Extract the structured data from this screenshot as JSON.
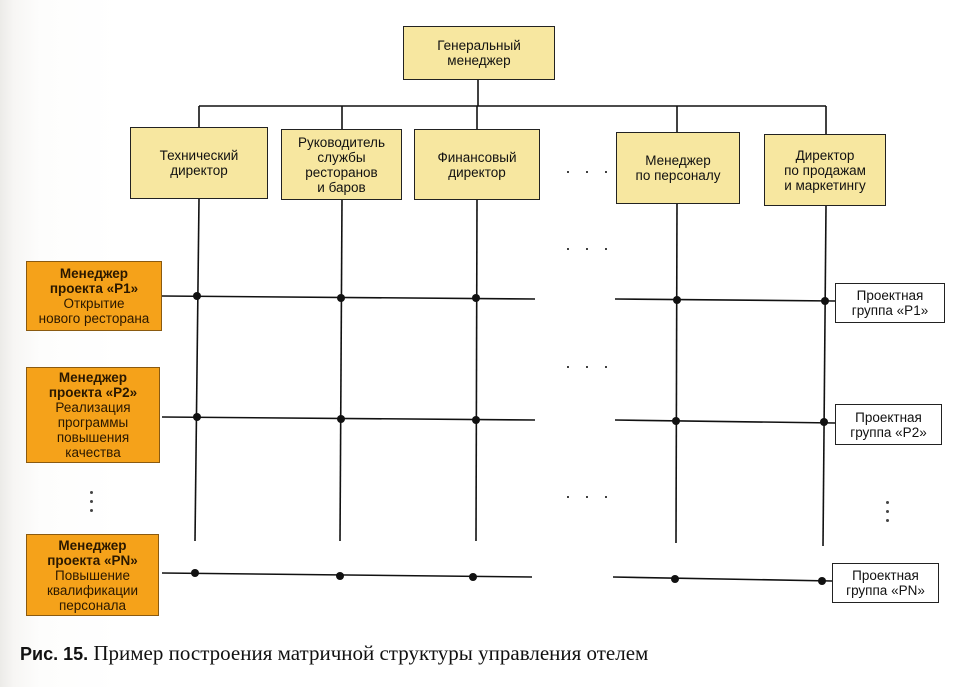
{
  "top_box": {
    "lines": [
      "Генеральный",
      "менеджер"
    ]
  },
  "directors": [
    {
      "lines": [
        "Технический",
        "директор"
      ]
    },
    {
      "lines": [
        "Руководитель",
        "службы",
        "ресторанов",
        "и баров"
      ]
    },
    {
      "lines": [
        "Финансовый",
        "директор"
      ]
    },
    {
      "lines": [
        "Менеджер",
        "по персоналу"
      ]
    },
    {
      "lines": [
        "Директор",
        "по продажам",
        "и маркетингу"
      ]
    }
  ],
  "project_managers": [
    {
      "title_lines": [
        "Менеджер",
        "проекта «P1»"
      ],
      "desc_lines": [
        "Открытие",
        "нового ресторана"
      ]
    },
    {
      "title_lines": [
        "Менеджер",
        "проекта «P2»"
      ],
      "desc_lines": [
        "Реализация",
        "программы",
        "повышения",
        "качества"
      ]
    },
    {
      "title_lines": [
        "Менеджер",
        "проекта «PN»"
      ],
      "desc_lines": [
        "Повышение",
        "квалификации",
        "персонала"
      ]
    }
  ],
  "project_groups": [
    {
      "lines": [
        "Проектная",
        "группа «P1»"
      ]
    },
    {
      "lines": [
        "Проектная",
        "группа «P2»"
      ]
    },
    {
      "lines": [
        "Проектная",
        "группа «PN»"
      ]
    }
  ],
  "ellipsis": "· · ·",
  "caption": {
    "label": "Рис. 15.",
    "text": "Пример построения матричной структуры управления отелем"
  },
  "colors": {
    "director_fill": "#f7e7a0",
    "project_manager_fill": "#f5a21a",
    "group_fill": "#ffffff",
    "line": "#111111"
  }
}
